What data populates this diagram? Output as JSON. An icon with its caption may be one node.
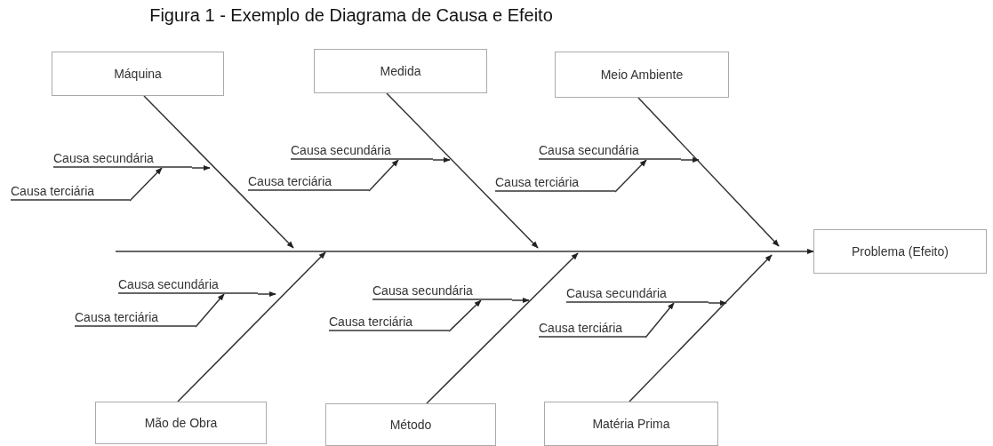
{
  "diagram": {
    "title": "Figura 1 - Exemplo de Diagrama de Causa e Efeito",
    "nodes": [
      {
        "text": [
          "Máquina"
        ]
      },
      {
        "text": [
          "Medida"
        ]
      },
      {
        "text": [
          "Meio Ambiente"
        ]
      },
      {
        "text": [
          "Causa secundária"
        ]
      },
      {
        "text": [
          "Causa terciária"
        ]
      },
      {
        "text": [
          "Causa secundária"
        ]
      },
      {
        "text": [
          "Causa terciária"
        ]
      },
      {
        "text": [
          "Causa secundária"
        ]
      },
      {
        "text": [
          "Causa terciária"
        ]
      },
      {
        "text": [
          "Problema (Efeito)"
        ]
      },
      {
        "text": [
          "Causa secundária"
        ]
      },
      {
        "text": [
          "Causa terciária"
        ]
      },
      {
        "text": [
          "Causa secundária"
        ]
      },
      {
        "text": [
          "Causa terciária"
        ]
      },
      {
        "text": [
          "Causa secundária"
        ]
      },
      {
        "text": [
          "Causa terciária"
        ]
      },
      {
        "text": [
          "Mão de Obra"
        ]
      },
      {
        "text": [
          "Método"
        ]
      },
      {
        "text": [
          "Matéria Prima"
        ]
      }
    ],
    "edges": [
      {
        "from": null,
        "to": 9,
        "arrow": "to"
      },
      {
        "from": 0,
        "to": null,
        "arrow": "to"
      },
      {
        "from": 1,
        "to": null,
        "arrow": "to"
      },
      {
        "from": 2,
        "to": null,
        "arrow": "to"
      },
      {
        "from": 16,
        "to": null,
        "arrow": "to"
      },
      {
        "from": 17,
        "to": null,
        "arrow": "to"
      },
      {
        "from": 18,
        "to": null,
        "arrow": "to"
      },
      {
        "from": 3,
        "to": null,
        "arrow": "to"
      },
      {
        "from": 4,
        "to": 3,
        "arrow": "to"
      },
      {
        "from": 5,
        "to": null,
        "arrow": "to"
      },
      {
        "from": 6,
        "to": 5,
        "arrow": "to"
      },
      {
        "from": 7,
        "to": null,
        "arrow": "to"
      },
      {
        "from": 8,
        "to": 7,
        "arrow": "to"
      },
      {
        "from": 10,
        "to": null,
        "arrow": "to"
      },
      {
        "from": 11,
        "to": 10,
        "arrow": "to"
      },
      {
        "from": 12,
        "to": null,
        "arrow": "to"
      },
      {
        "from": 13,
        "to": 12,
        "arrow": "to"
      },
      {
        "from": 14,
        "to": null,
        "arrow": "to"
      },
      {
        "from": 15,
        "to": 14,
        "arrow": "to"
      }
    ]
  }
}
